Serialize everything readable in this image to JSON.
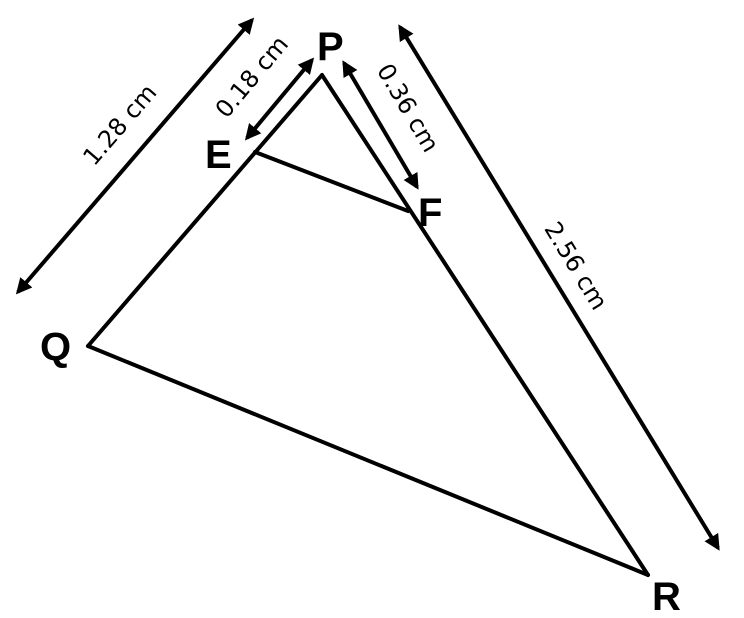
{
  "diagram": {
    "vertices": {
      "P": "P",
      "Q": "Q",
      "R": "R",
      "E": "E",
      "F": "F"
    },
    "measurements": {
      "QP": "1.28 cm",
      "EP": "0.18 cm",
      "PF": "0.36 cm",
      "PR": "2.56 cm"
    },
    "stroke_color": "#000000",
    "background_color": "#ffffff"
  }
}
